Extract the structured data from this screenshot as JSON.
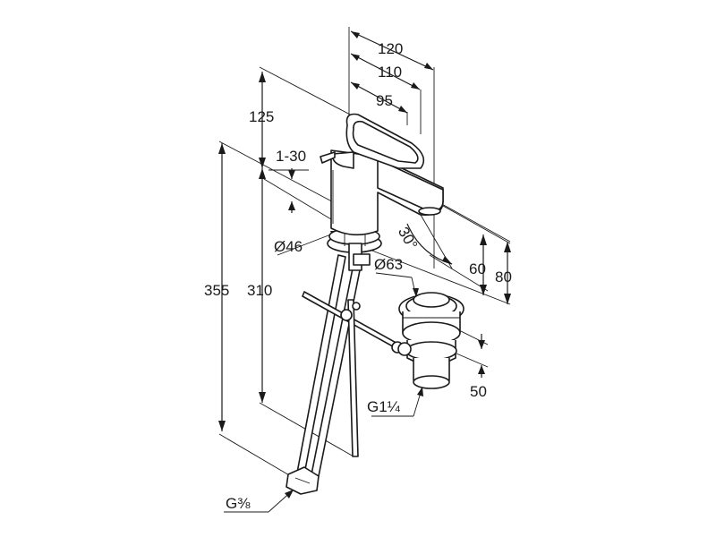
{
  "dimensions": {
    "width_120": "120",
    "width_110": "110",
    "width_95": "95",
    "height_125": "125",
    "lever_1_30": "1-30",
    "angle_30": "30°",
    "diameter_46": "Ø46",
    "diameter_63": "Ø63",
    "height_60": "60",
    "height_80": "80",
    "height_355": "355",
    "height_310": "310",
    "waste_50": "50",
    "thread_waste": "G1¼",
    "thread_hose": "G⅜"
  },
  "colors": {
    "line": "#1a1a1a",
    "background": "#ffffff"
  }
}
